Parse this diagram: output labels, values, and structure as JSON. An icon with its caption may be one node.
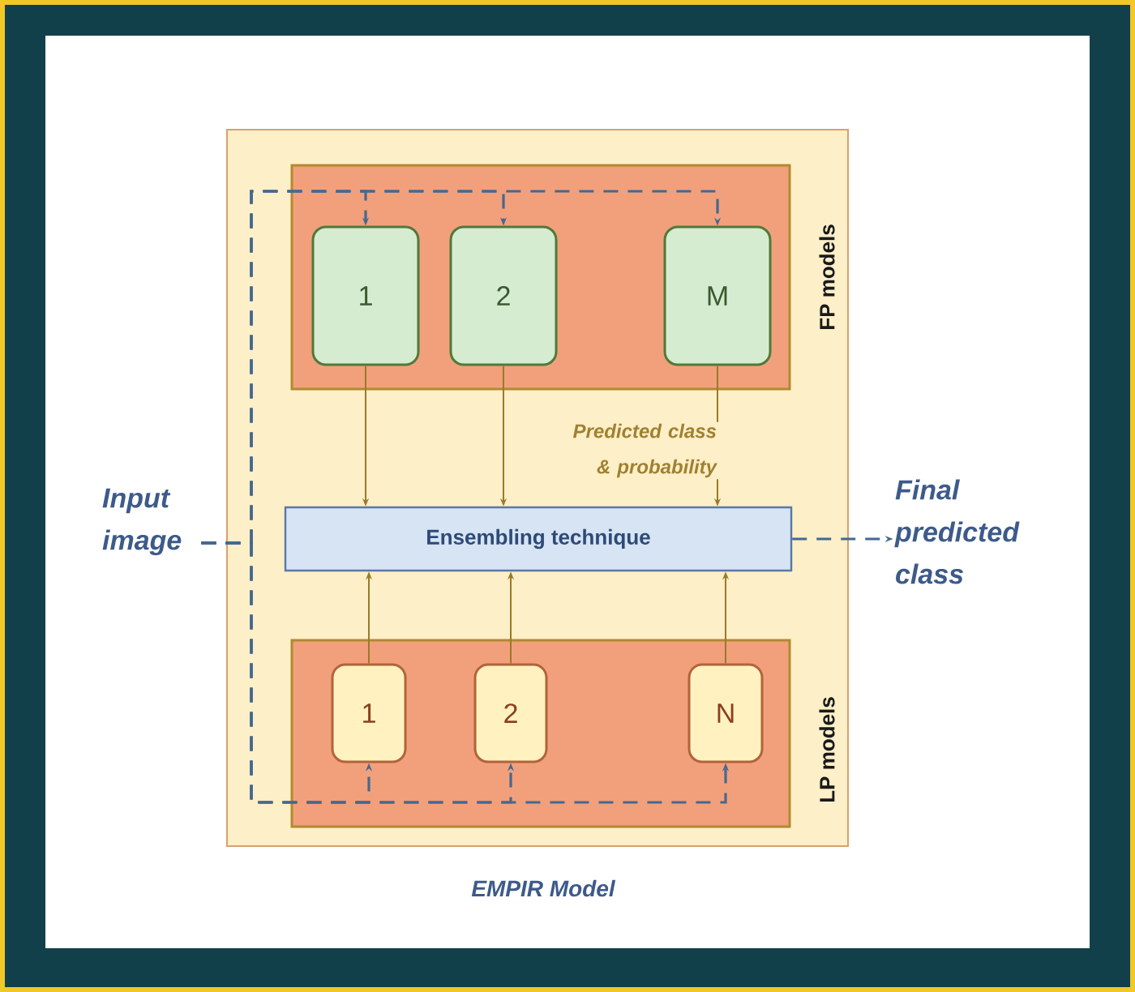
{
  "diagram": {
    "nodes": [
      {
        "text": [
          "EMPIR Model"
        ]
      },
      {
        "text": [
          "FP models"
        ],
        "in": 0
      },
      {
        "text": [
          "1"
        ],
        "in": 1
      },
      {
        "text": [
          "2"
        ],
        "in": 1
      },
      {
        "text": [
          "M"
        ],
        "in": 1
      },
      {
        "text": [
          "Ensembling technique"
        ],
        "in": 0
      },
      {
        "text": [
          "LP models"
        ],
        "in": 0
      },
      {
        "text": [
          "1"
        ],
        "in": 6
      },
      {
        "text": [
          "2"
        ],
        "in": 6
      },
      {
        "text": [
          "N"
        ],
        "in": 6
      },
      {
        "text": [
          "Input image"
        ]
      },
      {
        "text": [
          "Final predicted class"
        ]
      }
    ],
    "edges": [
      {
        "from": 10,
        "to": 2,
        "arrow": "to",
        "style": "dashed"
      },
      {
        "from": 10,
        "to": 3,
        "arrow": "to",
        "style": "dashed"
      },
      {
        "from": 10,
        "to": 4,
        "arrow": "to",
        "style": "dashed"
      },
      {
        "from": 10,
        "to": 7,
        "arrow": "to",
        "style": "dashed"
      },
      {
        "from": 10,
        "to": 8,
        "arrow": "to",
        "style": "dashed"
      },
      {
        "from": 10,
        "to": 9,
        "arrow": "to",
        "style": "dashed"
      },
      {
        "from": 2,
        "to": 5,
        "arrow": "to",
        "color": "#9a7a2a"
      },
      {
        "from": 3,
        "to": 5,
        "arrow": "to",
        "color": "#9a7a2a"
      },
      {
        "from": 4,
        "to": 5,
        "arrow": "to",
        "color": "#9a7a2a"
      },
      {
        "from": 7,
        "to": 5,
        "arrow": "to",
        "color": "#9a7a2a"
      },
      {
        "from": 8,
        "to": 5,
        "arrow": "to",
        "color": "#9a7a2a"
      },
      {
        "from": 9,
        "to": 5,
        "arrow": "to",
        "color": "#9a7a2a"
      },
      {
        "from": 5,
        "to": 11,
        "arrow": "to",
        "style": "dashed"
      }
    ],
    "labels": [
      "Predicted class & probability"
    ]
  }
}
